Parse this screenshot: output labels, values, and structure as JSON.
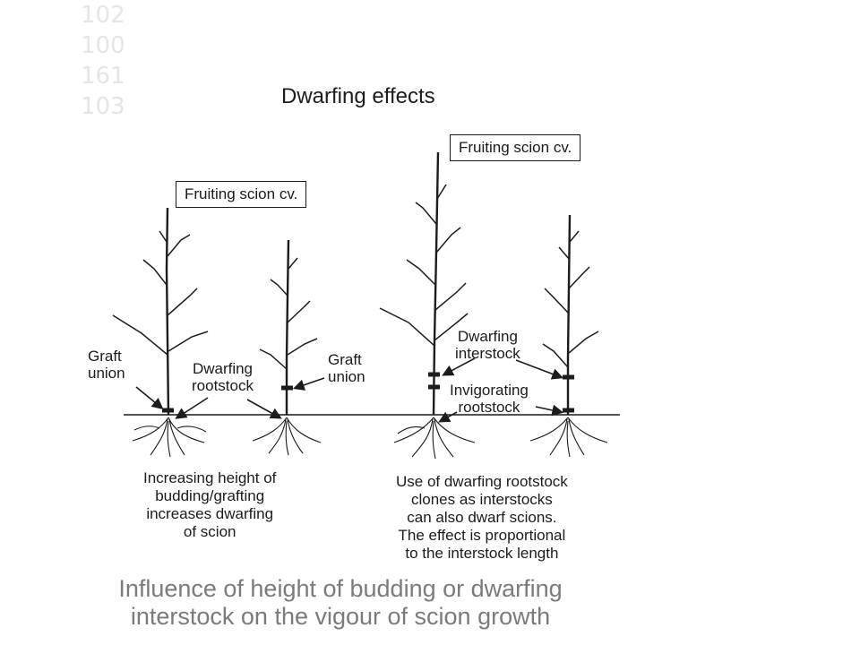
{
  "background_text": [
    "102",
    "100",
    "161",
    "103"
  ],
  "title": "Dwarfing effects",
  "boxes": {
    "left": "Fruiting scion cv.",
    "right": "Fruiting scion cv."
  },
  "labels": {
    "graft_union_1": "Graft\nunion",
    "dwarfing_rootstock": "Dwarfing\nrootstock",
    "graft_union_2": "Graft\nunion",
    "dwarfing_interstock": "Dwarfing\ninterstock",
    "invigorating_rootstock": "Invigorating\nrootstock"
  },
  "captions": {
    "left": "Increasing height of\nbudding/grafting\nincreases dwarfing\nof scion",
    "right": "Use of dwarfing rootstock\nclones as interstocks\ncan also dwarf scions.\nThe effect is proportional\nto the interstock length"
  },
  "slide_caption": "Influence of height of budding or dwarfing\ninterstock on the vigour of scion growth",
  "colors": {
    "ink": "#1c1c1c",
    "caption": "#7b7b7b",
    "ghost": "#e6e6e6"
  }
}
